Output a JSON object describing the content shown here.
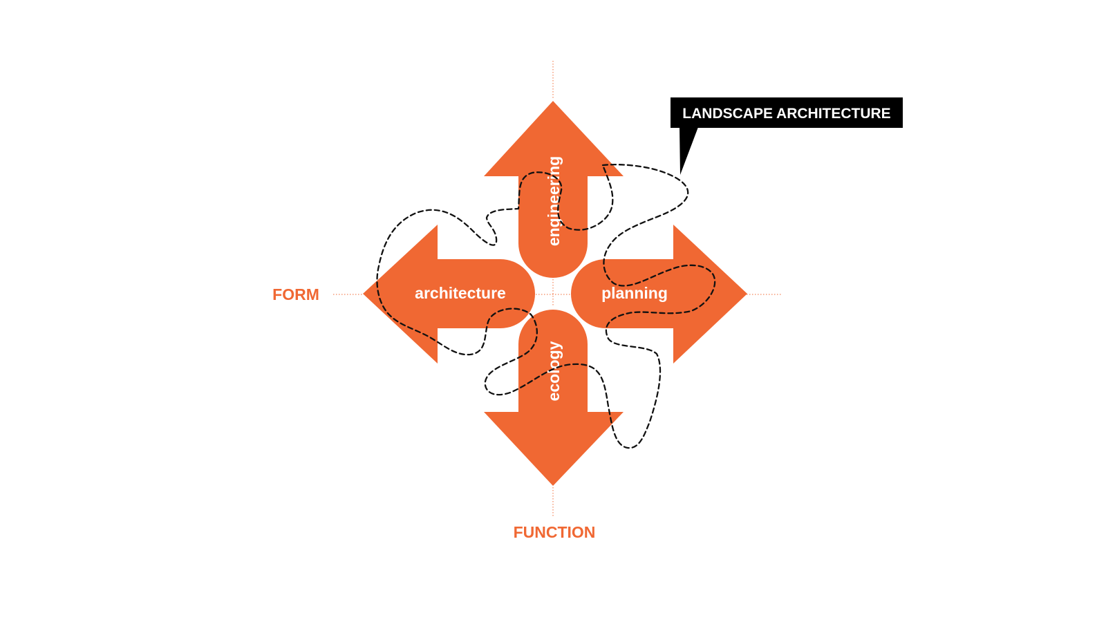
{
  "diagram": {
    "callout": "LANDSCAPE ARCHITECTURE",
    "axes": {
      "horizontal": "FORM",
      "vertical": "FUNCTION"
    },
    "arrows": {
      "up": "engineering",
      "left": "architecture",
      "right": "planning",
      "down": "ecology"
    },
    "colors": {
      "accent": "#f06833",
      "callout_bg": "#000000",
      "text_on_accent": "#ffffff",
      "outline": "#111111"
    }
  }
}
